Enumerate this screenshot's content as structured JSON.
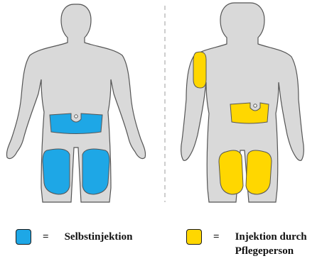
{
  "colors": {
    "self": "#1EA7E6",
    "caregiver": "#FFD700",
    "body": "#D9D9D9",
    "outline": "#555555"
  },
  "legend": {
    "equals": "=",
    "self_label": "Selbstinjektion",
    "caregiver_line1": "Injektion durch",
    "caregiver_line2": "Pflegeperson"
  }
}
